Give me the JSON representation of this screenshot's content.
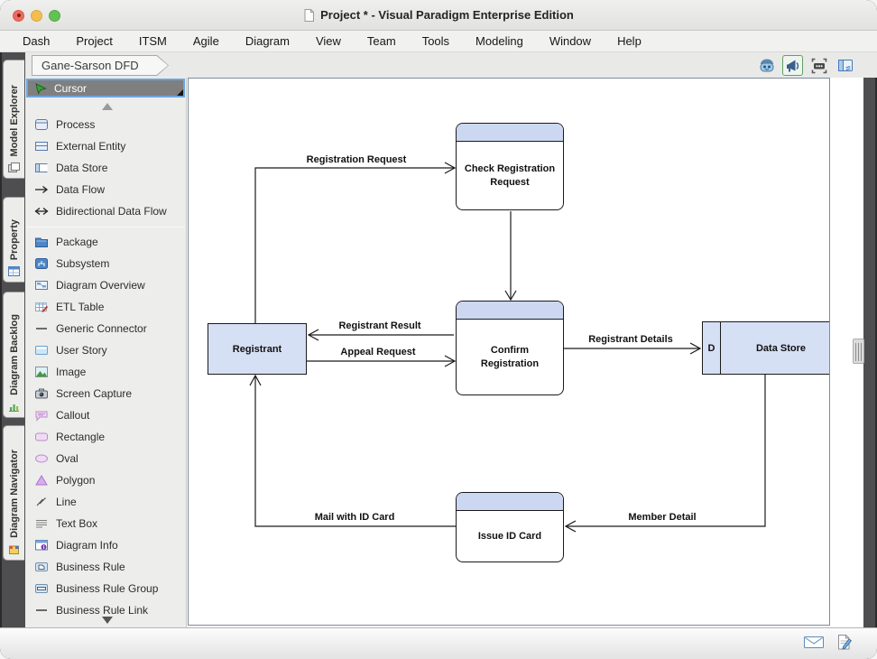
{
  "window": {
    "title": "Project * - Visual Paradigm Enterprise Edition"
  },
  "menubar": {
    "items": [
      "Dash",
      "Project",
      "ITSM",
      "Agile",
      "Diagram",
      "View",
      "Team",
      "Tools",
      "Modeling",
      "Window",
      "Help"
    ]
  },
  "breadcrumb": {
    "label": "Gane-Sarson DFD"
  },
  "toolbar": {
    "icons": [
      "ai-assistant-robot",
      "announcement-megaphone",
      "fit-to-window-frame",
      "layout-panels"
    ],
    "selected_icon": "announcement-megaphone"
  },
  "side_tabs": {
    "items": [
      {
        "label": "Model Explorer",
        "icon": "model-explorer-icon"
      },
      {
        "label": "Property",
        "icon": "property-icon"
      },
      {
        "label": "Diagram Backlog",
        "icon": "diagram-backlog-icon"
      },
      {
        "label": "Diagram Navigator",
        "icon": "diagram-navigator-icon"
      }
    ]
  },
  "palette": {
    "cursor_label": "Cursor",
    "items": [
      {
        "label": "Process",
        "icon": "process-icon"
      },
      {
        "label": "External Entity",
        "icon": "external-entity-icon"
      },
      {
        "label": "Data Store",
        "icon": "data-store-icon"
      },
      {
        "label": "Data Flow",
        "icon": "data-flow-icon"
      },
      {
        "label": "Bidirectional Data Flow",
        "icon": "bidirectional-data-flow-icon"
      },
      {
        "label": "Package",
        "icon": "package-icon"
      },
      {
        "label": "Subsystem",
        "icon": "subsystem-icon"
      },
      {
        "label": "Diagram Overview",
        "icon": "diagram-overview-icon"
      },
      {
        "label": "ETL Table",
        "icon": "etl-table-icon"
      },
      {
        "label": "Generic Connector",
        "icon": "generic-connector-icon"
      },
      {
        "label": "User Story",
        "icon": "user-story-icon"
      },
      {
        "label": "Image",
        "icon": "image-icon"
      },
      {
        "label": "Screen Capture",
        "icon": "screen-capture-icon"
      },
      {
        "label": "Callout",
        "icon": "callout-icon"
      },
      {
        "label": "Rectangle",
        "icon": "rectangle-icon"
      },
      {
        "label": "Oval",
        "icon": "oval-icon"
      },
      {
        "label": "Polygon",
        "icon": "polygon-icon"
      },
      {
        "label": "Line",
        "icon": "line-icon"
      },
      {
        "label": "Text Box",
        "icon": "text-box-icon"
      },
      {
        "label": "Diagram Info",
        "icon": "diagram-info-icon"
      },
      {
        "label": "Business Rule",
        "icon": "business-rule-icon"
      },
      {
        "label": "Business Rule Group",
        "icon": "business-rule-group-icon"
      },
      {
        "label": "Business Rule Link",
        "icon": "business-rule-link-icon"
      }
    ]
  },
  "diagram": {
    "nodes": {
      "check_registration_request": {
        "type": "process",
        "label": "Check Registration Request"
      },
      "confirm_registration": {
        "type": "process",
        "label": "Confirm Registration"
      },
      "issue_id_card": {
        "type": "process",
        "label": "Issue ID Card"
      },
      "registrant": {
        "type": "external-entity",
        "label": "Registrant"
      },
      "data_store": {
        "type": "data-store",
        "id": "D",
        "label": "Data Store"
      }
    },
    "flows": {
      "registration_request": {
        "label": "Registration Request",
        "from": "registrant",
        "to": "check_registration_request"
      },
      "check_to_confirm": {
        "label": "",
        "from": "check_registration_request",
        "to": "confirm_registration"
      },
      "registrant_result": {
        "label": "Registrant Result",
        "from": "confirm_registration",
        "to": "registrant"
      },
      "appeal_request": {
        "label": "Appeal Request",
        "from": "registrant",
        "to": "confirm_registration"
      },
      "registrant_details": {
        "label": "Registrant Details",
        "from": "confirm_registration",
        "to": "data_store"
      },
      "member_detail": {
        "label": "Member Detail",
        "from": "data_store",
        "to": "issue_id_card"
      },
      "mail_with_id_card": {
        "label": "Mail with ID Card",
        "from": "issue_id_card",
        "to": "registrant"
      }
    }
  },
  "colors": {
    "node_header_fill": "#ccd8f2",
    "entity_fill": "#d6e0f4",
    "selection_blue": "#6ca6dd",
    "palette_bg": "#ededec",
    "chrome_dark": "#4e4e50"
  },
  "statusbar": {
    "icons": [
      "mail",
      "edit-document"
    ]
  }
}
